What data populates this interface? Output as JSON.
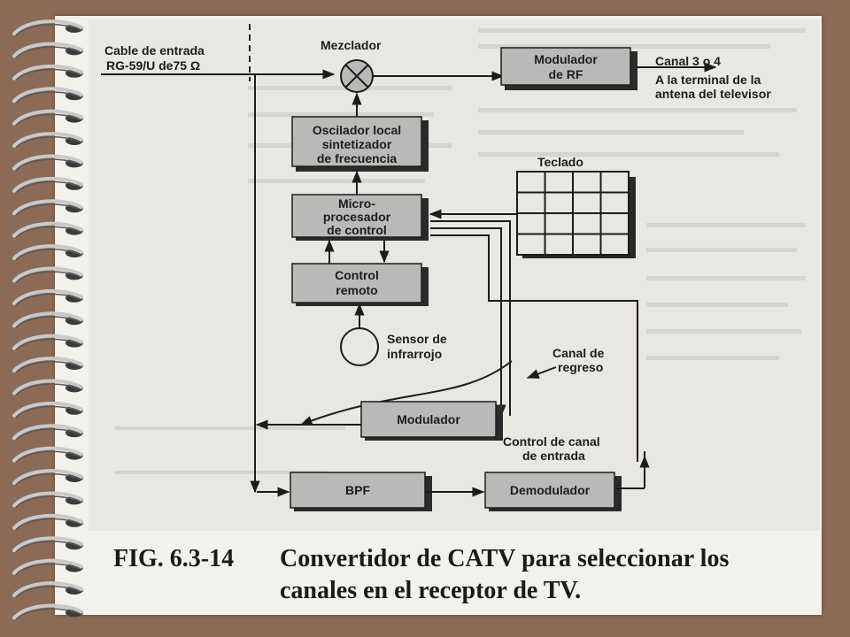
{
  "diagram": {
    "input_label": [
      "Cable de entrada",
      "RG-59/U de75 Ω"
    ],
    "mixer_label": "Mezclador",
    "output_label": [
      "Canal 3 o 4",
      "A la terminal de la",
      "antena del televisor"
    ],
    "blocks": {
      "rf_modulator": [
        "Modulador",
        "de RF"
      ],
      "oscillator": [
        "Oscilador local",
        "sintetizador",
        "de frecuencia"
      ],
      "microprocessor": [
        "Micro-",
        "procesador",
        "de control"
      ],
      "remote": [
        "Control",
        "remoto"
      ],
      "modulator": [
        "Modulador"
      ],
      "bpf": [
        "BPF"
      ],
      "demodulator": [
        "Demodulador"
      ]
    },
    "keypad_label": "Teclado",
    "ir_sensor_label": [
      "Sensor de",
      "infrarrojo"
    ],
    "return_channel_label": [
      "Canal de",
      "regreso"
    ],
    "input_channel_control_label": [
      "Control de canal",
      "de entrada"
    ]
  },
  "caption": {
    "figure_number": "FIG. 6.3-14",
    "line1": "Convertidor de CATV para seleccionar los",
    "line2": "canales en el receptor de TV."
  },
  "colors": {
    "block_fill": "#b9b9b7",
    "block_shadow": "#2a2a2a",
    "frame": "#8b6b56"
  }
}
